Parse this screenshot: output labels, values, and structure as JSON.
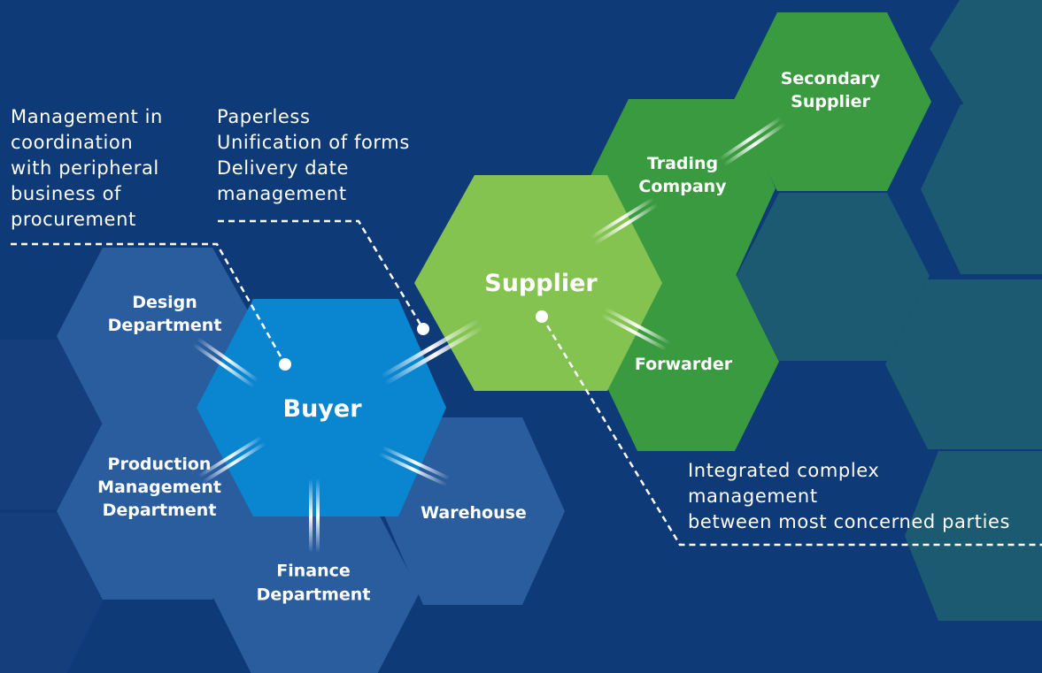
{
  "colors": {
    "background": "#0e3a78",
    "buyer_group": "#2a5d9e",
    "buyer": "#0a85cf",
    "supplier": "#84c350",
    "supplier_group": "#3a9a40",
    "ghost": "#1b5a70",
    "ghost_dark": "#143e7c"
  },
  "nodes": {
    "buyer": "Buyer",
    "design": "Design\nDepartment",
    "production": "Production\nManagement\nDepartment",
    "finance": "Finance\nDepartment",
    "warehouse": "Warehouse",
    "supplier": "Supplier",
    "trading": "Trading\nCompany",
    "forwarder": "Forwarder",
    "secondary": "Secondary\nSupplier"
  },
  "annotations": {
    "peripheral": "Management in\ncoordination\nwith peripheral\nbusiness of\nprocurement",
    "paperless": "Paperless\nUnification of forms\nDelivery date\nmanagement",
    "integrated": "Integrated complex\nmanagement\nbetween most concerned parties"
  }
}
